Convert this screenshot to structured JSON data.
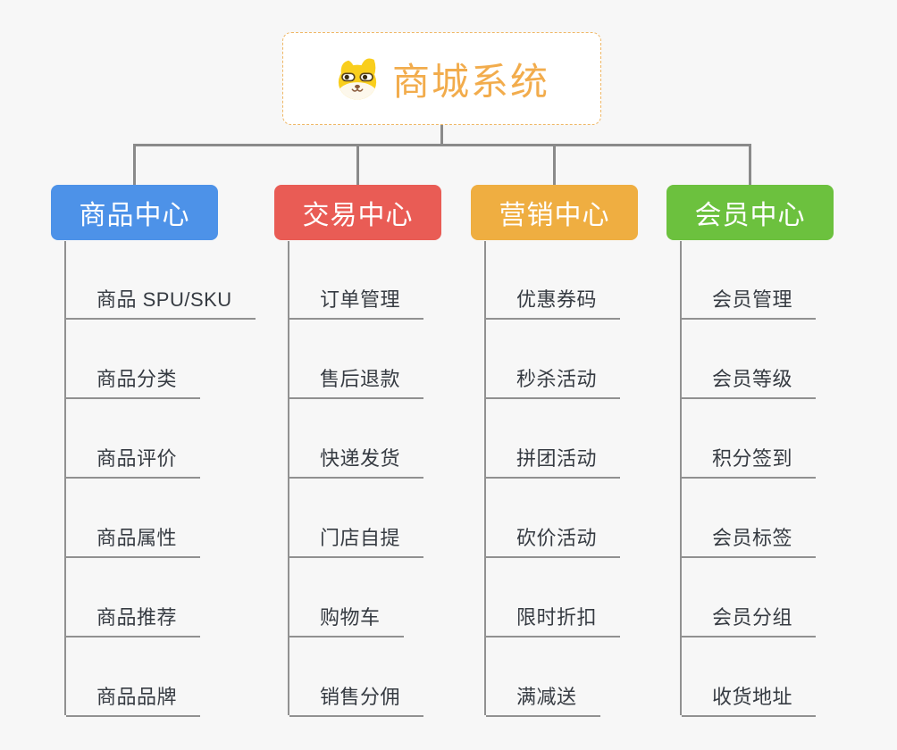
{
  "diagram": {
    "root": {
      "title": "商城系统",
      "icon": "dog-face-icon"
    },
    "branches": [
      {
        "id": "product-center",
        "label": "商品中心",
        "color": "#4D92E8",
        "children": [
          "商品 SPU/SKU",
          "商品分类",
          "商品评价",
          "商品属性",
          "商品推荐",
          "商品品牌"
        ]
      },
      {
        "id": "trade-center",
        "label": "交易中心",
        "color": "#E95C55",
        "children": [
          "订单管理",
          "售后退款",
          "快递发货",
          "门店自提",
          "购物车",
          "销售分佣"
        ]
      },
      {
        "id": "marketing-center",
        "label": "营销中心",
        "color": "#EFAE41",
        "children": [
          "优惠券码",
          "秒杀活动",
          "拼团活动",
          "砍价活动",
          "限时折扣",
          "满减送"
        ]
      },
      {
        "id": "member-center",
        "label": "会员中心",
        "color": "#6CC13E",
        "children": [
          "会员管理",
          "会员等级",
          "积分签到",
          "会员标签",
          "会员分组",
          "收货地址"
        ]
      }
    ],
    "colors": {
      "root_text": "#F2AC4C",
      "root_border": "#EFB765",
      "connector": "#8A8A8A",
      "leaf_line": "#919191",
      "leaf_text": "#363B42",
      "background": "#F7F7F7"
    }
  }
}
